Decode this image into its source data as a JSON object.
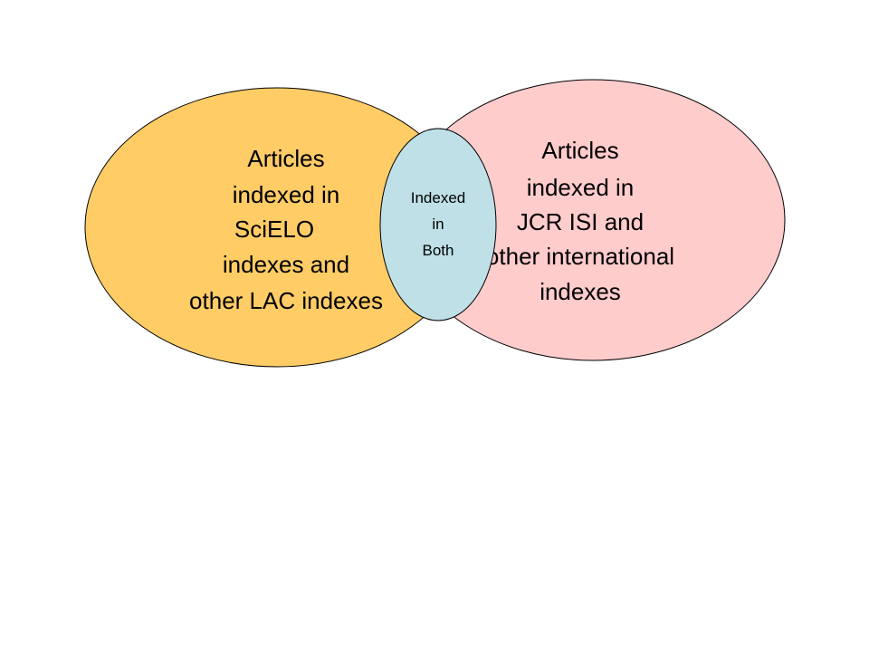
{
  "colors": {
    "left_fill": "#FFCC66",
    "right_fill": "#FFCCCC",
    "center_fill": "#BEE0E6",
    "stroke": "#000000",
    "text": "#000000"
  },
  "left_set": {
    "lines": [
      "Articles",
      "indexed in",
      "SciELO",
      "indexes and",
      "other LAC indexes"
    ]
  },
  "right_set": {
    "lines": [
      "Articles",
      "indexed in",
      "JCR ISI and",
      "other international",
      "indexes"
    ]
  },
  "intersection": {
    "lines": [
      "Indexed",
      "in",
      "Both"
    ]
  }
}
